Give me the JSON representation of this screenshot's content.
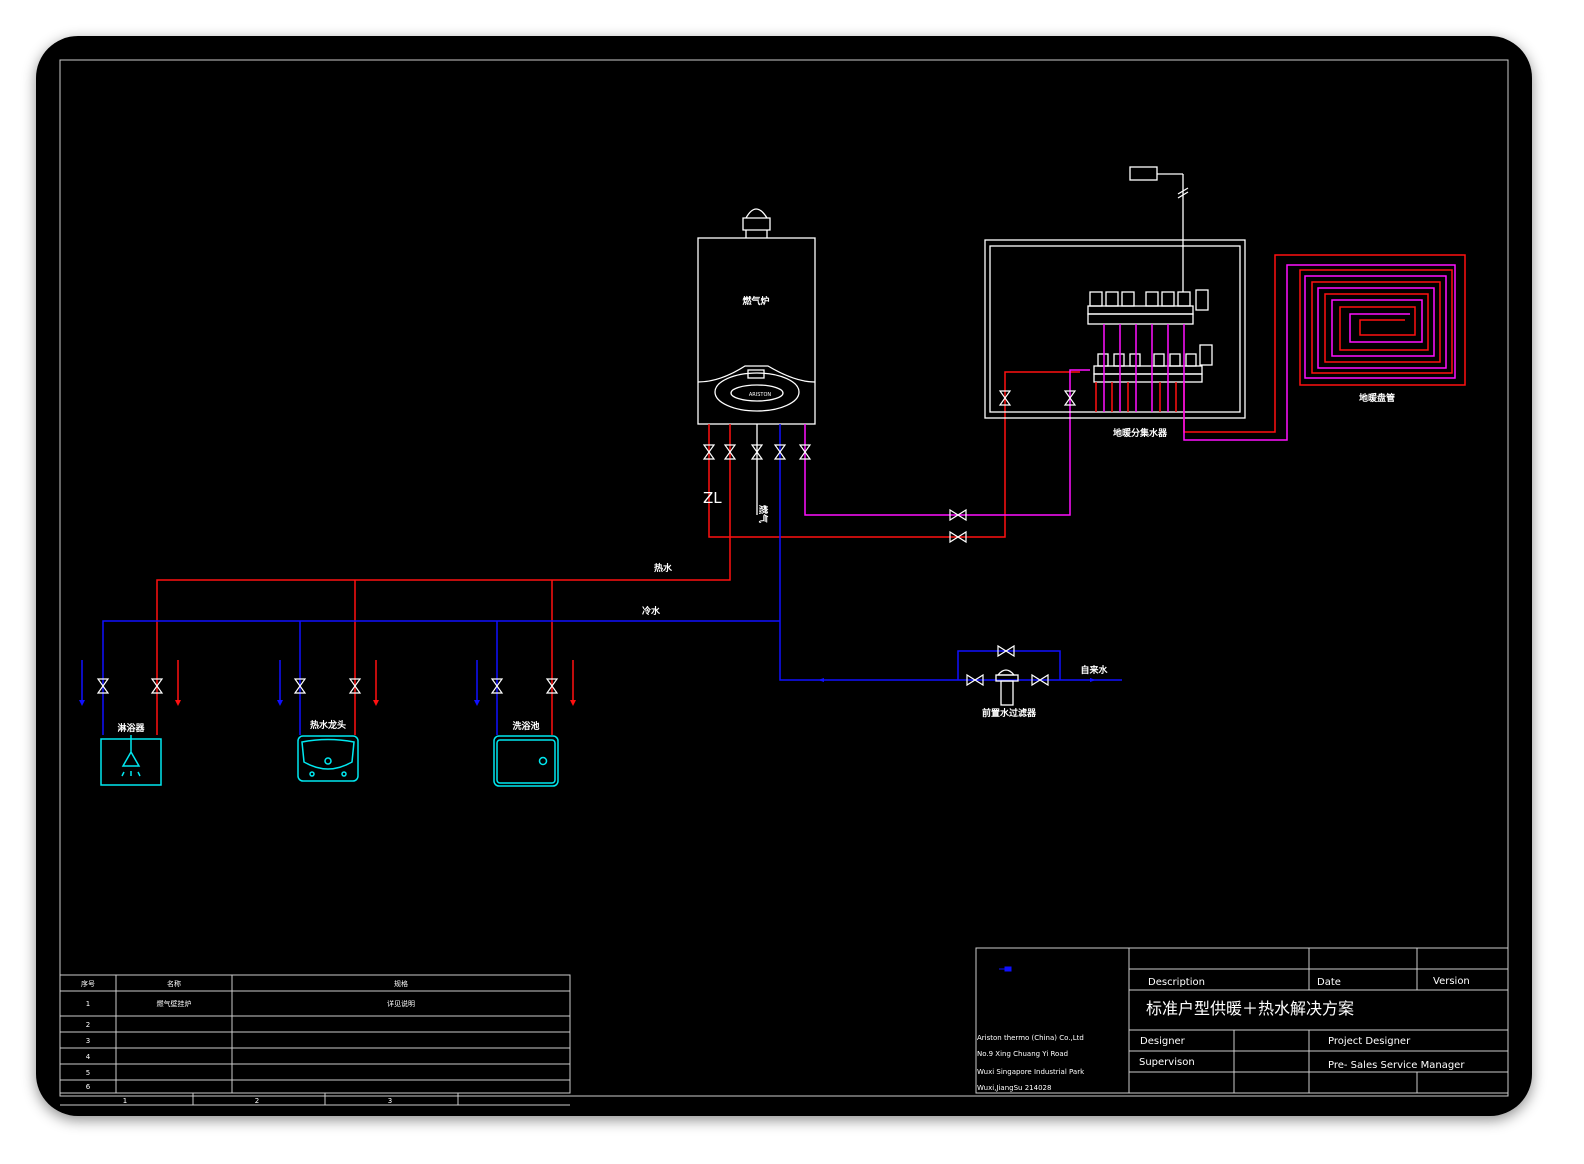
{
  "labels": {
    "boiler": "燃气炉",
    "boiler_brand": "ARISTON",
    "gas": "燃气",
    "zl": "ZL",
    "hot_water": "热水",
    "cold_water": "冷水",
    "tap_water": "自来水",
    "prefilter": "前置水过滤器",
    "manifold": "地暖分集水器",
    "floor_coil": "地暖盘管",
    "shower": "淋浴器",
    "hot_faucet": "热水龙头",
    "basin": "洗浴池"
  },
  "title_block": {
    "company_lines": [
      "Ariston thermo (China) Co.,Ltd",
      "No.9 Xing Chuang Yi Road",
      "Wuxi Singapore Industrial Park",
      "Wuxi,JiangSu 214028"
    ],
    "description_label": "Description",
    "date_label": "Date",
    "version_label": "Version",
    "project_title": "标准户型供暖＋热水解决方案",
    "designer_label": "Designer",
    "supervision_label": "Supervison",
    "project_designer_label": "Project Designer",
    "presales_label": "Pre- Sales Service Manager"
  },
  "parts_table": {
    "headers": [
      "序号",
      "名称",
      "规格"
    ],
    "rows": [
      [
        "1",
        "燃气壁挂炉",
        "详见说明"
      ],
      [
        "2",
        "",
        ""
      ],
      [
        "3",
        "",
        ""
      ],
      [
        "4",
        "",
        ""
      ],
      [
        "5",
        "",
        ""
      ],
      [
        "6",
        "",
        ""
      ]
    ],
    "ruler": [
      "1",
      "2",
      "3"
    ]
  },
  "colors": {
    "hot": "#ff1010",
    "cold": "#1010ff",
    "heating": "#ff10ff",
    "fixture": "#00e8f0"
  }
}
